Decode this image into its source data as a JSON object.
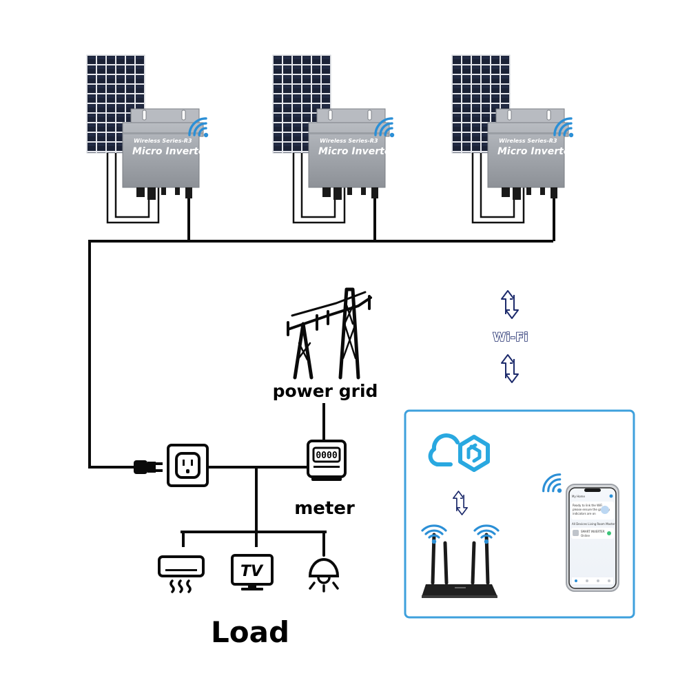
{
  "inverter": {
    "series_label": "Wireless Series-R3",
    "model_label": "Micro Inverter"
  },
  "labels": {
    "power_grid": "power grid",
    "meter": "meter",
    "load": "Load",
    "wifi": "Wi-Fi",
    "meter_reading": "0000",
    "tv": "TV"
  },
  "phone": {
    "header": "My Home",
    "banner_line1": "Ready to link the WiFi",
    "banner_line2": "please ensure the gateway",
    "banner_line3": "indicators are on",
    "tabs": "All Devices  Living Room  Master",
    "device_name": "SMART INVERTER",
    "device_status": "Online"
  },
  "colors": {
    "wire": "#0a0a0a",
    "panel_cell": "#1b2236",
    "inverter_body": "#a9adb3",
    "wifi_blue": "#2b8fd6",
    "frame_blue": "#3ea0dc",
    "arrow_navy": "#1c2a6b"
  },
  "icons": [
    "solar-panel-icon",
    "micro-inverter-icon",
    "wifi-signal-icon",
    "power-tower-icon",
    "electric-meter-icon",
    "wall-socket-icon",
    "plug-icon",
    "air-conditioner-icon",
    "tv-icon",
    "ceiling-lamp-icon",
    "cloud-icon",
    "router-icon",
    "smartphone-icon",
    "sync-arrows-icon"
  ]
}
